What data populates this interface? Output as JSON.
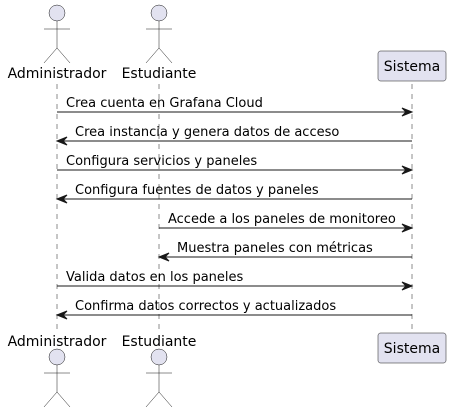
{
  "participants": [
    {
      "id": "admin",
      "label": "Administrador",
      "kind": "actor"
    },
    {
      "id": "student",
      "label": "Estudiante",
      "kind": "actor"
    },
    {
      "id": "system",
      "label": "Sistema",
      "kind": "participant"
    }
  ],
  "messages": [
    {
      "from": "admin",
      "to": "system",
      "label": "Crea cuenta en Grafana Cloud"
    },
    {
      "from": "system",
      "to": "admin",
      "label": "Crea instancia y genera datos de acceso"
    },
    {
      "from": "admin",
      "to": "system",
      "label": "Configura servicios y paneles"
    },
    {
      "from": "system",
      "to": "admin",
      "label": "Configura fuentes de datos y paneles"
    },
    {
      "from": "student",
      "to": "system",
      "label": "Accede a los paneles de monitoreo"
    },
    {
      "from": "system",
      "to": "student",
      "label": "Muestra paneles con métricas"
    },
    {
      "from": "admin",
      "to": "system",
      "label": "Valida datos en los paneles"
    },
    {
      "from": "system",
      "to": "admin",
      "label": "Confirma datos correctos y actualizados"
    }
  ],
  "colors": {
    "actor_fill": "#E2E2F0",
    "actor_stroke": "#181818",
    "box_fill": "#E2E2F0",
    "box_stroke": "#181818",
    "lifeline": "#181818",
    "arrow": "#181818"
  }
}
